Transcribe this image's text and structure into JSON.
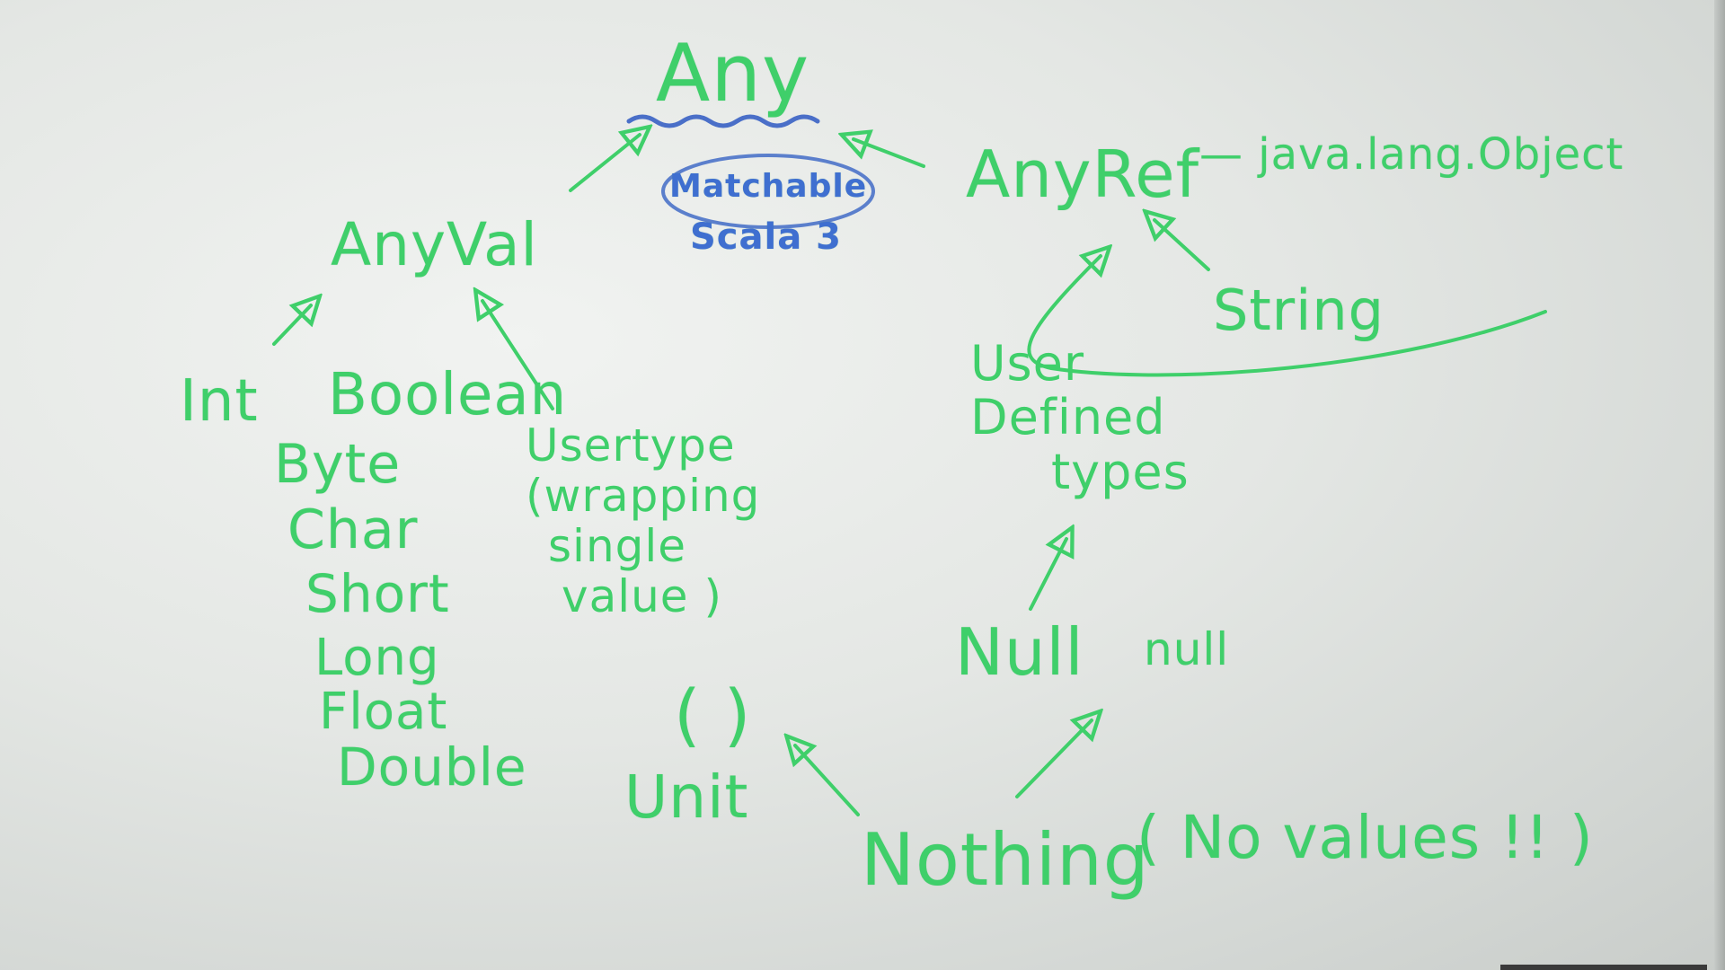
{
  "nodes": {
    "any": "Any",
    "matchable": "Matchable",
    "scala3": "Scala 3",
    "anyval": "AnyVal",
    "anyref": "AnyRef",
    "java_object": "— java.lang.Object",
    "string": "String",
    "int": "Int",
    "boolean": "Boolean",
    "byte": "Byte",
    "char": "Char",
    "short": "Short",
    "long": "Long",
    "float": "Float",
    "double": "Double",
    "usertype_line1": "Usertype",
    "usertype_line2": "(wrapping",
    "usertype_line3": "single",
    "usertype_line4": "value )",
    "userdefined_line1": "User",
    "userdefined_line2": "Defined",
    "userdefined_line3": "types",
    "unit_literal": "( )",
    "unit": "Unit",
    "null_type": "Null",
    "null_value": "null",
    "nothing": "Nothing",
    "nothing_note": "( No values !! )"
  },
  "colors": {
    "marker_green": "#3fcf6a",
    "marker_blue": "#3f6fd0",
    "board": "#e4e7e4"
  }
}
